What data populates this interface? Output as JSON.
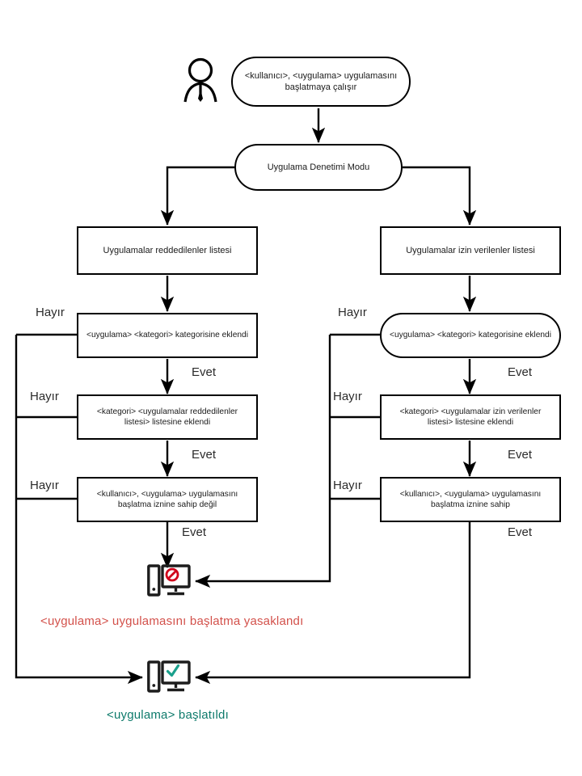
{
  "diagram": {
    "title": "Uygulama Denetimi Modu akis semasi",
    "colors": {
      "stroke": "#000000",
      "denied_text": "#d3514b",
      "denied_icon": "#d0021b",
      "allowed_text": "#0d7a6b",
      "allowed_icon": "#1aa08c",
      "icon_body": "#1d1d1d"
    }
  },
  "actor": {
    "name": "kullanici-actor",
    "icon": "person-icon"
  },
  "nodes": {
    "start": {
      "shape": "stadium",
      "text": "<kullanıcı>,  <uygulama> uygulamasını başlatmaya çalışır"
    },
    "mode": {
      "shape": "stadium",
      "text": "Uygulama Denetimi Modu"
    },
    "left_list": {
      "shape": "rect",
      "text": "Uygulamalar reddedilenler listesi"
    },
    "right_list": {
      "shape": "rect",
      "text": "Uygulamalar izin verilenler listesi"
    },
    "left_category": {
      "shape": "rect",
      "text": "<uygulama> <kategori> kategorisine eklendi"
    },
    "right_category": {
      "shape": "stadium",
      "text": "<uygulama> <kategori> kategorisine eklendi"
    },
    "left_added": {
      "shape": "rect",
      "text": "<kategori> <uygulamalar reddedilenler listesi> listesine eklendi"
    },
    "right_added": {
      "shape": "rect",
      "text": "<kategori> <uygulamalar izin verilenler listesi> listesine eklendi"
    },
    "left_permission": {
      "shape": "rect",
      "text": "<kullanıcı>,  <uygulama> uygulamasını başlatma iznine sahip değil"
    },
    "right_permission": {
      "shape": "rect",
      "text": "<kullanıcı>,  <uygulama> uygulamasını başlatma iznine sahip"
    }
  },
  "edge_labels": {
    "no": "Hayır",
    "yes": "Evet",
    "left_no_1": "Hayır",
    "left_no_2": "Hayır",
    "left_no_3": "Hayır",
    "left_yes_1": "Evet",
    "left_yes_2": "Evet",
    "left_yes_3": "Evet",
    "right_no_1": "Hayır",
    "right_no_2": "Hayır",
    "right_no_3": "Hayır",
    "right_yes_1": "Evet",
    "right_yes_2": "Evet",
    "right_yes_3": "Evet"
  },
  "outcomes": {
    "denied": {
      "icon": "computer-blocked-icon",
      "text": "<uygulama>  uygulamasını  başlatma yasaklandı"
    },
    "allowed": {
      "icon": "computer-allowed-icon",
      "text": "<uygulama>  başlatıldı"
    }
  }
}
